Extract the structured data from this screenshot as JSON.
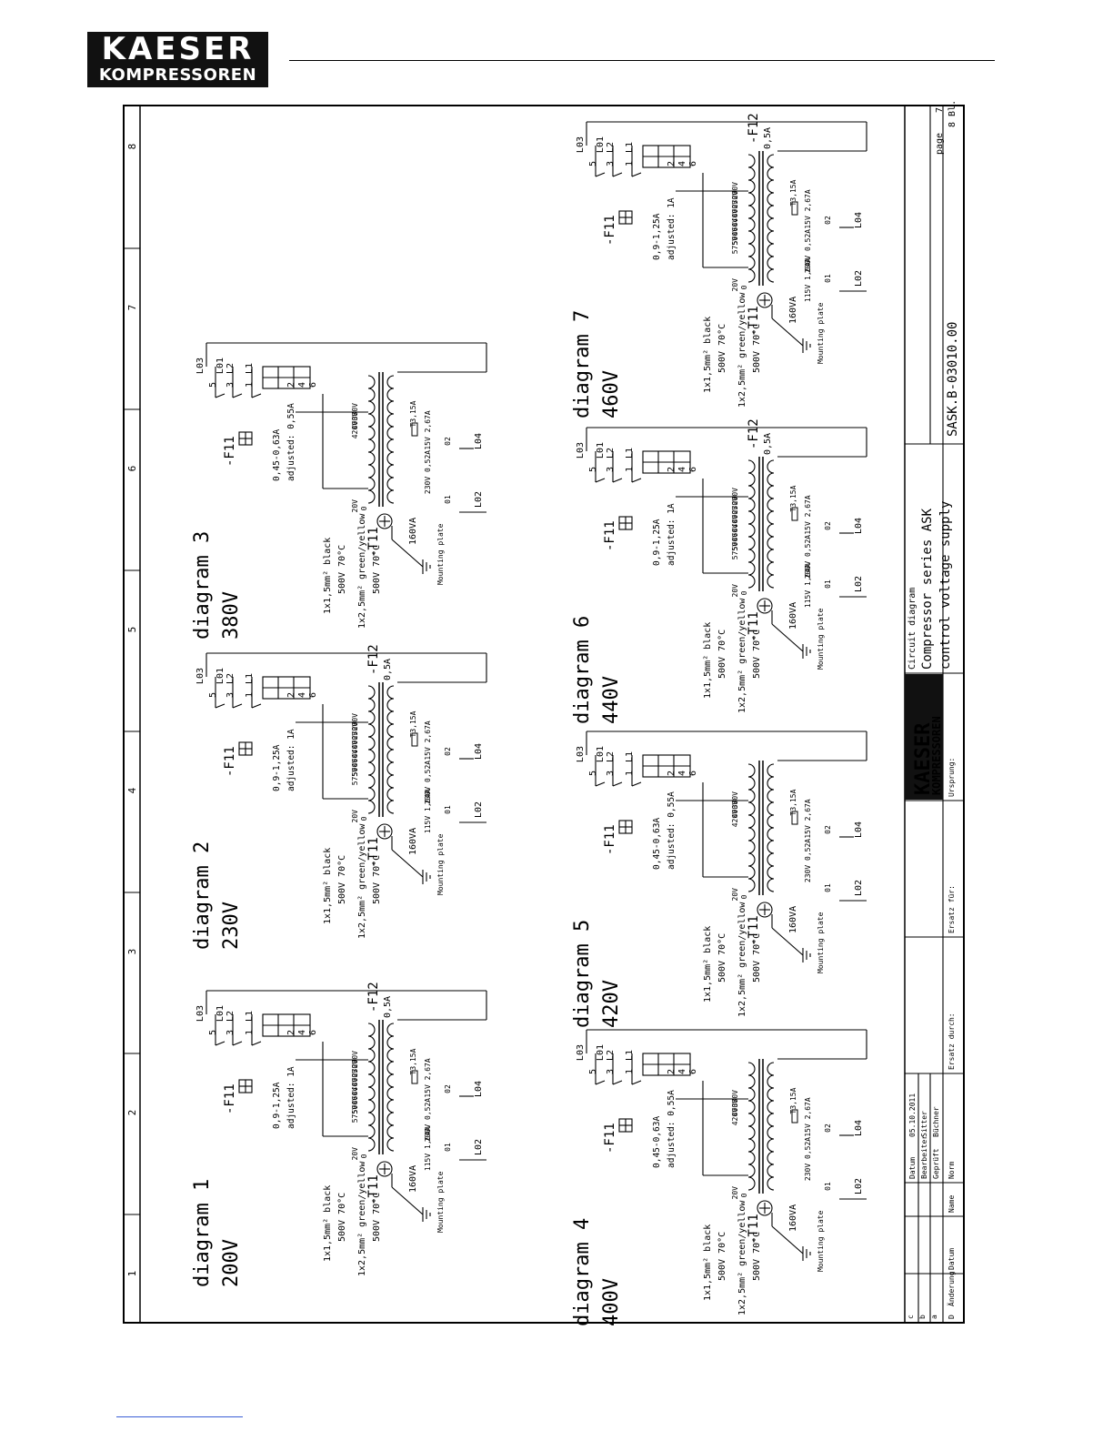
{
  "header": {
    "brand_line1": "KAESER",
    "brand_line2": "KOMPRESSOREN"
  },
  "title_block": {
    "line1": "Circuit diagram",
    "line2": "Compressor series ASK",
    "line3": "control voltage supply",
    "drawing_number": "SASK.B-03010.00",
    "page_label": "page",
    "page_value": "7",
    "sheets": "8 Bl.",
    "logo_line1": "KAESER",
    "logo_line2": "KOMPRESSOREN",
    "ursprung": "Ursprung:",
    "ersatz_fuer": "Ersatz für:",
    "ersatz_durch": "Ersatz durch:",
    "row_c": "c",
    "row_b": "b",
    "row_a": "a",
    "row_d": "D",
    "aenderung": "Änderung",
    "datum": "Datum",
    "name": "Name",
    "norm": "Norm",
    "datum_head": "Datum",
    "date": "05.10.2011",
    "bearbeiter": "Bearbeiter",
    "bearbeiter_name": "Sitter",
    "geprueft": "Geprüft",
    "geprueft_name": "Büchner"
  },
  "grid_numbers": [
    "1",
    "2",
    "3",
    "4",
    "5",
    "6",
    "7",
    "8"
  ],
  "common": {
    "phases": [
      "L1",
      "L2",
      "L3"
    ],
    "terminal_numbers": [
      "1",
      "3",
      "5",
      "2",
      "4",
      "6"
    ],
    "tx_tag": "-T11",
    "tx_power": "160VA",
    "mounting": "Mounting plate",
    "primary_cable": "1x1,5mm² black",
    "primary_rating": "500V 70°C",
    "pe_cable": "1x2,5mm² green/yellow",
    "pe_rating": "500V 70°C",
    "breaker_tag": "-F11",
    "fuse_tag": "-F12",
    "fuse_rating": "0,5A",
    "sec_fuse": "T3,15A",
    "sec_15v": "15V 2,67A",
    "sec_230v": "230V 0,52A",
    "sec_115v": "115V 1,04A",
    "wires": [
      "L01",
      "L02",
      "L03",
      "L04"
    ],
    "node_0": "0",
    "node_01": "01",
    "node_02": "02",
    "node_20v": "20V",
    "taps_a": [
      "200V",
      "230V",
      "400V",
      "440V",
      "460V",
      "500V",
      "575V"
    ],
    "taps_b": [
      "380V",
      "400V",
      "420V"
    ],
    "breaker_range_1": "0,9-1,25A",
    "breaker_adjust_1": "adjusted: 1A",
    "breaker_range_2": "0,45-0,63A",
    "breaker_adjust_2": "adjusted: 0,55A"
  },
  "diagrams": [
    {
      "title": "diagram 1",
      "voltage": "200V"
    },
    {
      "title": "diagram 2",
      "voltage": "230V"
    },
    {
      "title": "diagram 3",
      "voltage": "380V"
    },
    {
      "title": "diagram 4",
      "voltage": "400V"
    },
    {
      "title": "diagram 5",
      "voltage": "420V"
    },
    {
      "title": "diagram 6",
      "voltage": "440V"
    },
    {
      "title": "diagram 7",
      "voltage": "460V"
    }
  ]
}
